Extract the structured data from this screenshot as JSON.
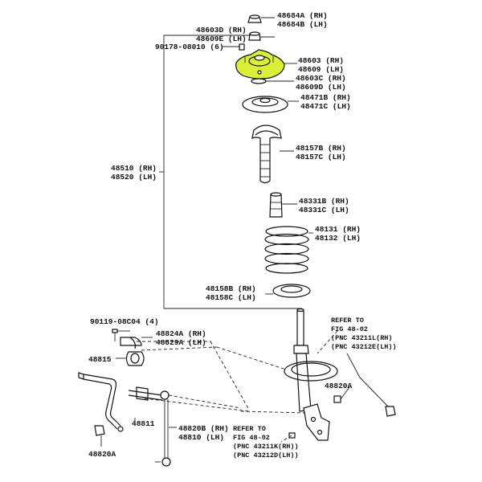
{
  "highlight_color": "#d9ef3a",
  "labels": {
    "p48684": [
      "48684A (RH)",
      "48684B (LH)"
    ],
    "p48603d": [
      "48603D (RH)",
      "48609E (LH)"
    ],
    "p90178": "90178-08010 (6)",
    "p48603": [
      "48603 (RH)",
      "48609 (LH)"
    ],
    "p48603c": [
      "48603C (RH)",
      "48609D (LH)"
    ],
    "p48471": [
      "48471B (RH)",
      "48471C (LH)"
    ],
    "p48157": [
      "48157B (RH)",
      "48157C (LH)"
    ],
    "p48510": [
      "48510 (RH)",
      "48520 (LH)"
    ],
    "p48331": [
      "48331B (RH)",
      "48331C (LH)"
    ],
    "p48131": [
      "48131 (RH)",
      "48132 (LH)"
    ],
    "p48158": [
      "48158B (RH)",
      "48158C (LH)"
    ],
    "p90119": "90119-08C04 (4)",
    "p48824": [
      "48824A (RH)",
      "48829A (LH)"
    ],
    "p48815": "48815",
    "p48811": "48811",
    "p48820b": [
      "48820B (RH)",
      "48810 (LH)"
    ],
    "p48820a_left": "48820A",
    "p48820a_right": "48820A",
    "refer_top": [
      "REFER TO",
      "FIG 48-02",
      "(PNC  43211L(RH)",
      "(PNC  43212E(LH))"
    ],
    "refer_bottom": [
      "REFER TO",
      "FIG 48-02",
      "(PNC  43211K(RH))",
      "(PNC  43212D(LH))"
    ]
  }
}
